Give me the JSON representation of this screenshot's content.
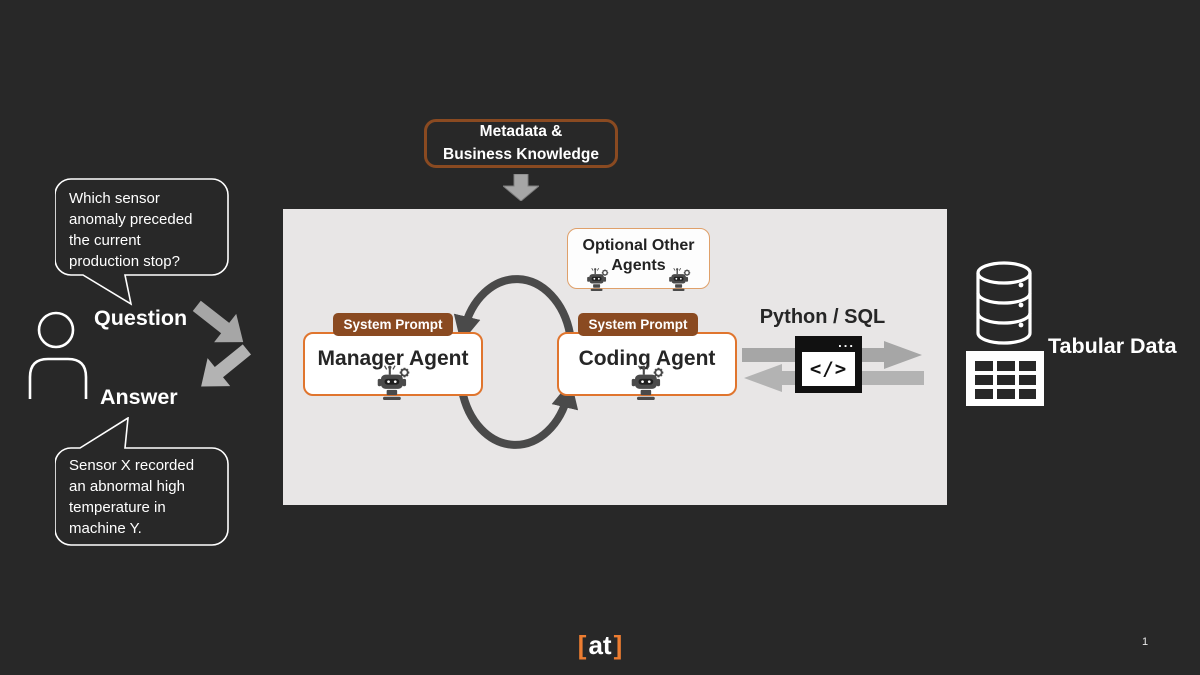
{
  "colors": {
    "background": "#282828",
    "panel": "#e8e6e6",
    "accent_orange": "#e0752e",
    "badge_brown": "#8a4a21",
    "optional_border": "#dfa06a",
    "gray_arrow": "#a6a6a6",
    "cycle_arrow": "#4a4a4a",
    "text_dark": "#262626",
    "text_light": "#ffffff",
    "logo_orange": "#ed7d31"
  },
  "metadata_box": {
    "label": "Metadata &\nBusiness Knowledge"
  },
  "user_flow": {
    "question_bubble": "Which sensor\nanomaly preceded\nthe current\nproduction stop?",
    "question_label": "Question",
    "answer_label": "Answer",
    "answer_bubble": "Sensor X recorded\nan abnormal high\ntemperature in\nmachine Y."
  },
  "agents_panel": {
    "optional_agents": {
      "label": "Optional Other\nAgents"
    },
    "manager_agent": {
      "badge": "System Prompt",
      "label": "Manager Agent"
    },
    "coding_agent": {
      "badge": "System Prompt",
      "label": "Coding Agent"
    },
    "interface": {
      "label": "Python / SQL",
      "code_symbol": "</>",
      "window_dots": "..."
    }
  },
  "data_store": {
    "label": "Tabular Data"
  },
  "footer": {
    "logo_open": "[",
    "logo_text": "at",
    "logo_close": "]",
    "page_number": "1"
  }
}
